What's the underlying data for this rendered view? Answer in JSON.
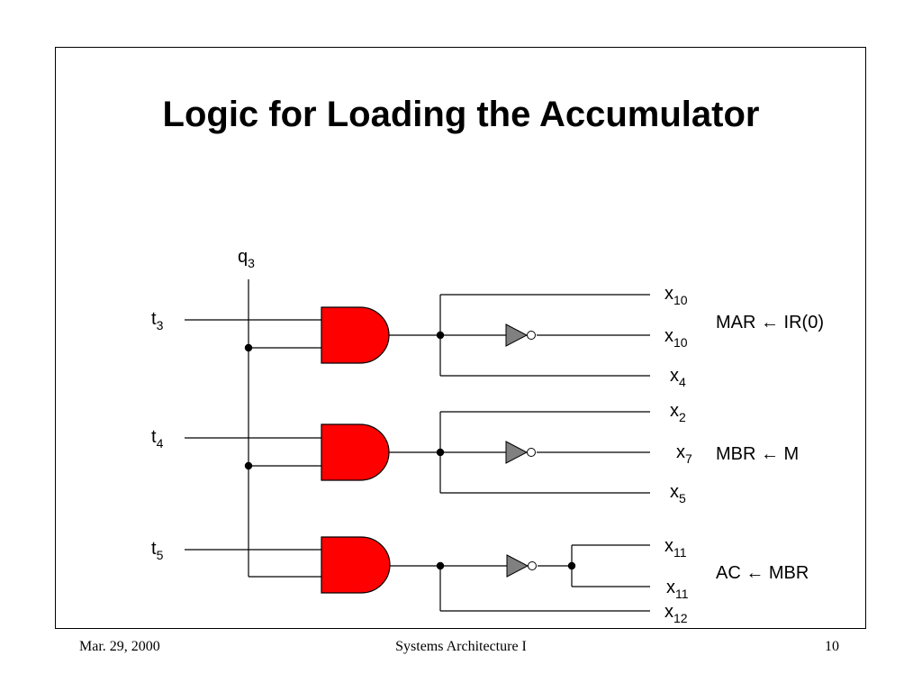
{
  "slide": {
    "title": "Logic for Loading the Accumulator",
    "footer": {
      "date": "Mar. 29, 2000",
      "course": "Systems Architecture I",
      "page": "10"
    }
  },
  "diagram": {
    "input_top": {
      "base": "q",
      "sub": "3"
    },
    "inputs_left": [
      {
        "base": "t",
        "sub": "3"
      },
      {
        "base": "t",
        "sub": "4"
      },
      {
        "base": "t",
        "sub": "5"
      }
    ],
    "outputs": [
      {
        "base": "x",
        "sub": "10"
      },
      {
        "base": "x",
        "sub": "10"
      },
      {
        "base": "x",
        "sub": "4"
      },
      {
        "base": "x",
        "sub": "2"
      },
      {
        "base": "x",
        "sub": "7"
      },
      {
        "base": "x",
        "sub": "5"
      },
      {
        "base": "x",
        "sub": "11"
      },
      {
        "base": "x",
        "sub": "11"
      },
      {
        "base": "x",
        "sub": "12"
      }
    ],
    "operations": [
      "MAR ← IR(0)",
      "MBR ← M",
      "AC ← MBR"
    ],
    "colors": {
      "and_gate": "#ff0000",
      "inverter": "#808080",
      "line": "#000000"
    },
    "gates": [
      "and-gate",
      "and-gate",
      "and-gate",
      "inverter",
      "inverter",
      "inverter"
    ]
  }
}
